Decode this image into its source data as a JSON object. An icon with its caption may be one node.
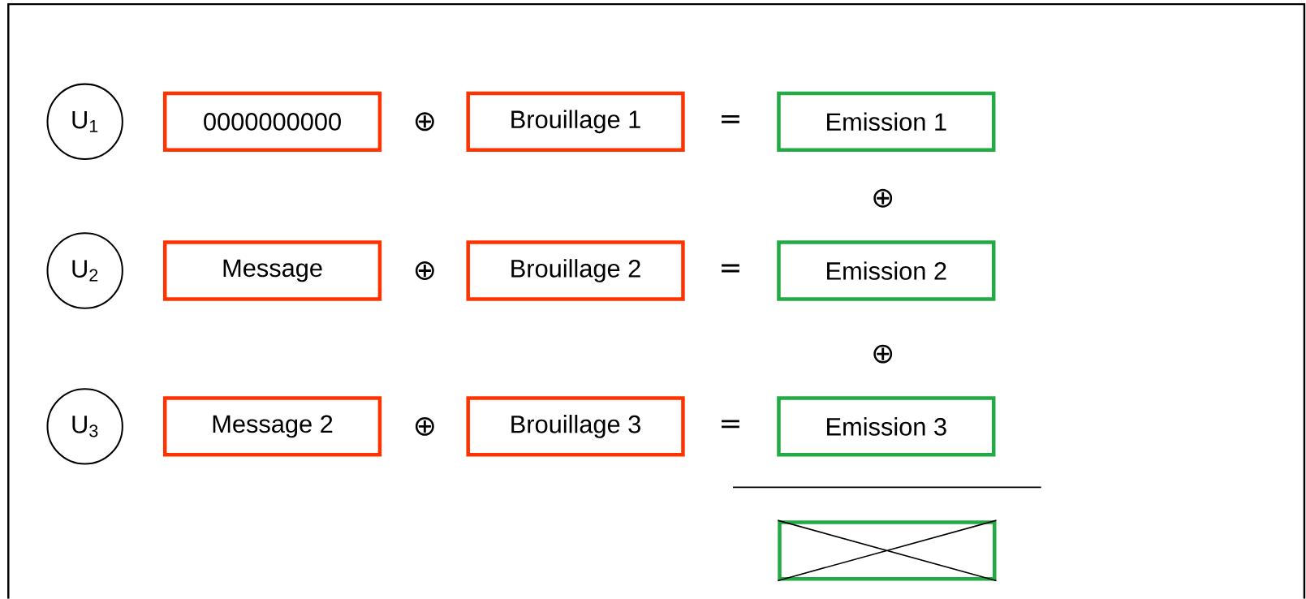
{
  "diagram": {
    "nodes": [
      {
        "text": [
          "U$_{1}$"
        ]
      },
      {
        "text": [
          "0000000000"
        ]
      },
      {
        "text": [
          "Brouillage 1"
        ]
      },
      {
        "text": [
          "Emission 1"
        ]
      },
      {
        "text": [
          "U$_{2}$"
        ]
      },
      {
        "text": [
          "Message"
        ]
      },
      {
        "text": [
          "Brouillage 2"
        ]
      },
      {
        "text": [
          "Emission 2"
        ]
      },
      {
        "text": [
          "U$_{3}$"
        ]
      },
      {
        "text": [
          "Message 2"
        ]
      },
      {
        "text": [
          "Brouillage 3"
        ]
      },
      {
        "text": [
          "Emission 3"
        ]
      },
      {
        "text": [],
        "shape": "box"
      }
    ],
    "labels": [
      "⊕",
      "=",
      "⊕",
      "⊕",
      "=",
      "⊕",
      "⊕",
      "="
    ]
  }
}
